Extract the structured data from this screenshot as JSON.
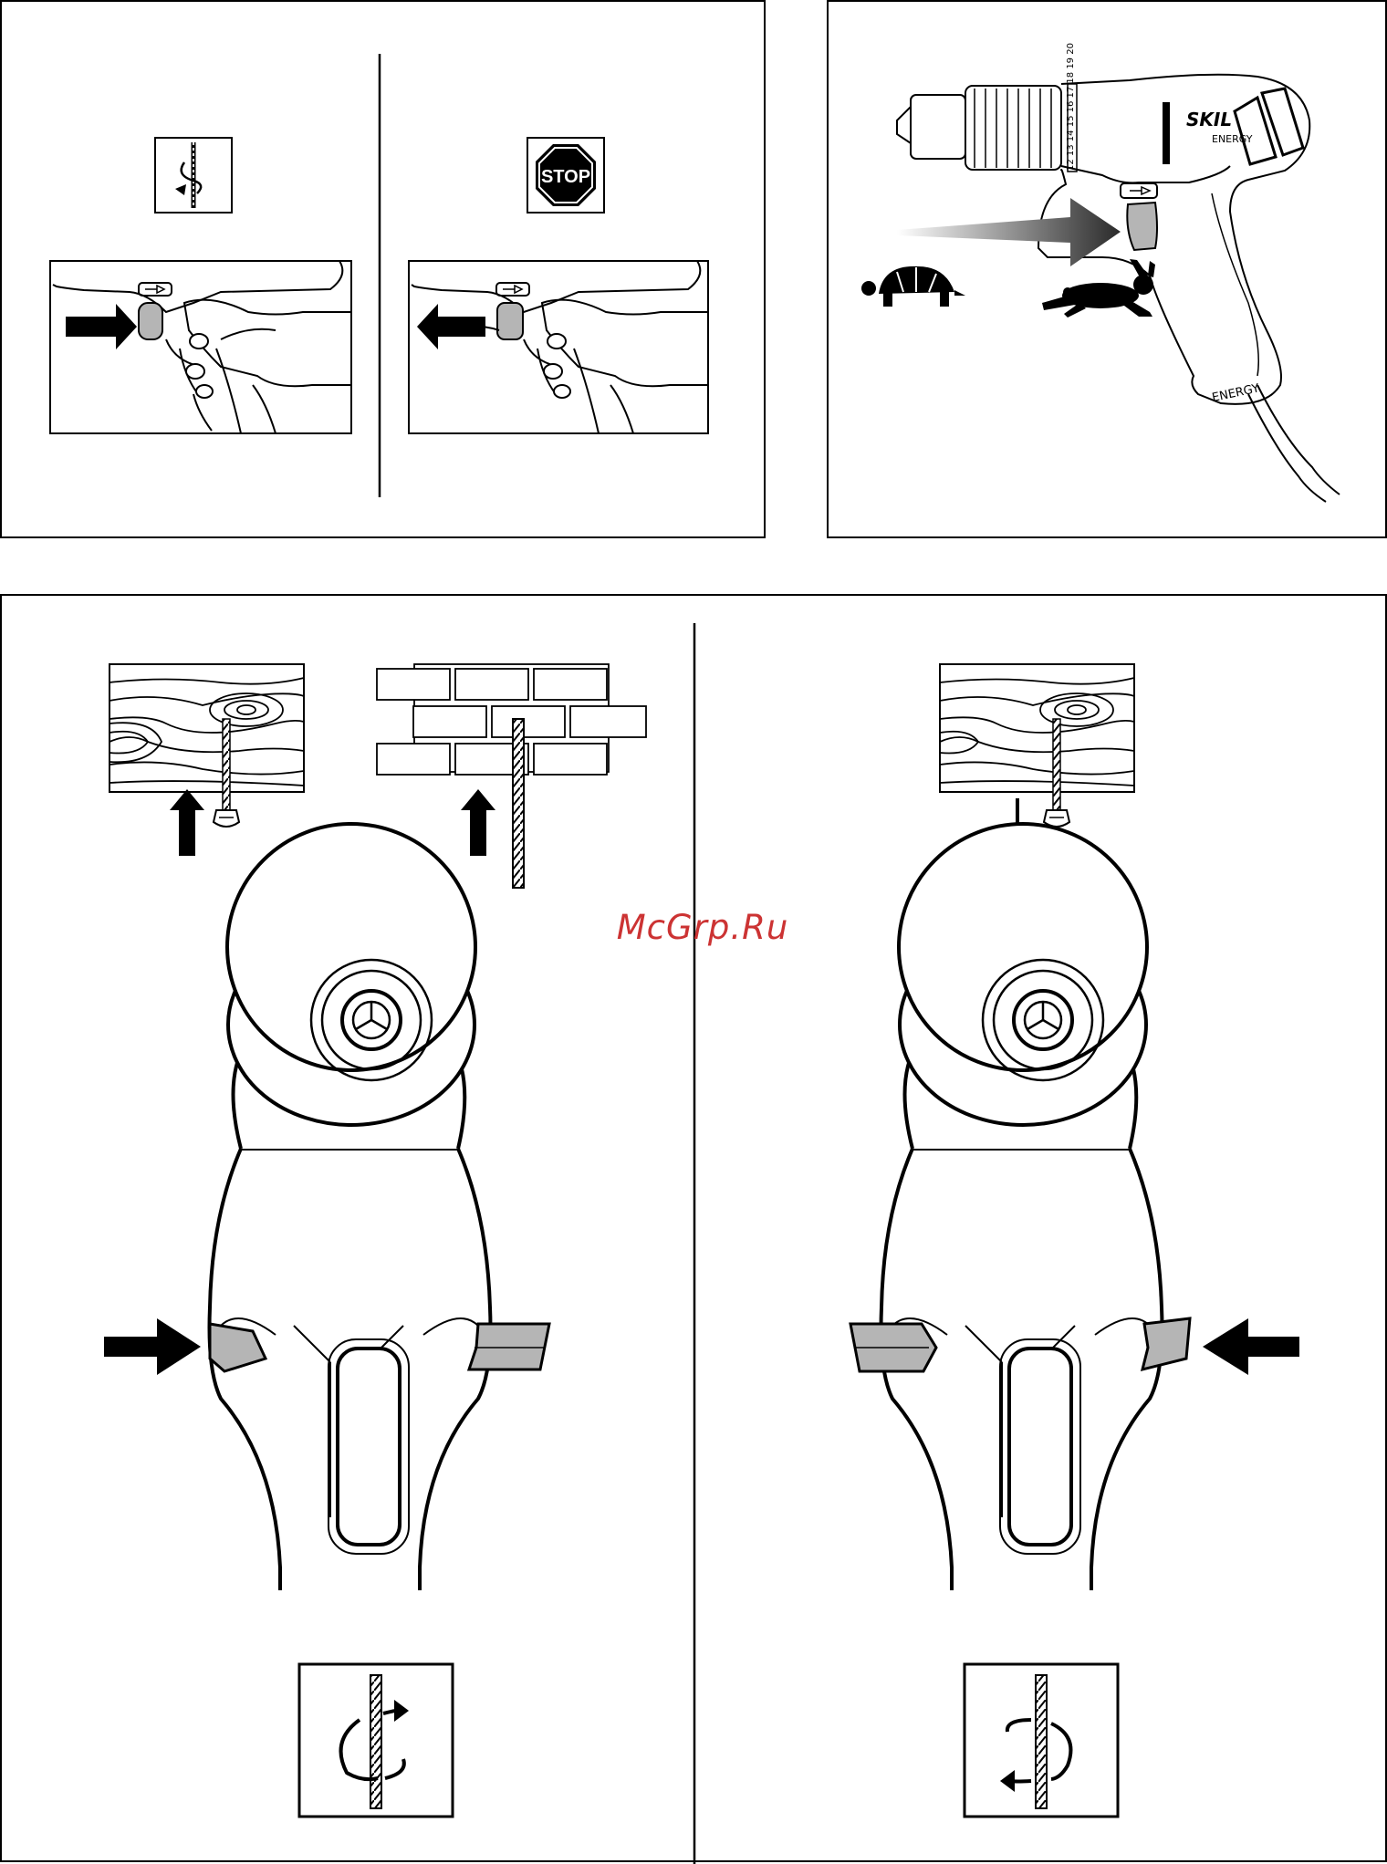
{
  "panels": {
    "trigger": {
      "stop_sign_label": "STOP",
      "dial_numbers": "12 13 14"
    },
    "speed": {
      "brand": "SKIL",
      "model": "ENERGY",
      "handle_model": "ENERGY",
      "dial_numbers": "12 13 14 15 16 17 18 19 20"
    }
  },
  "watermark": "McGrp.Ru"
}
